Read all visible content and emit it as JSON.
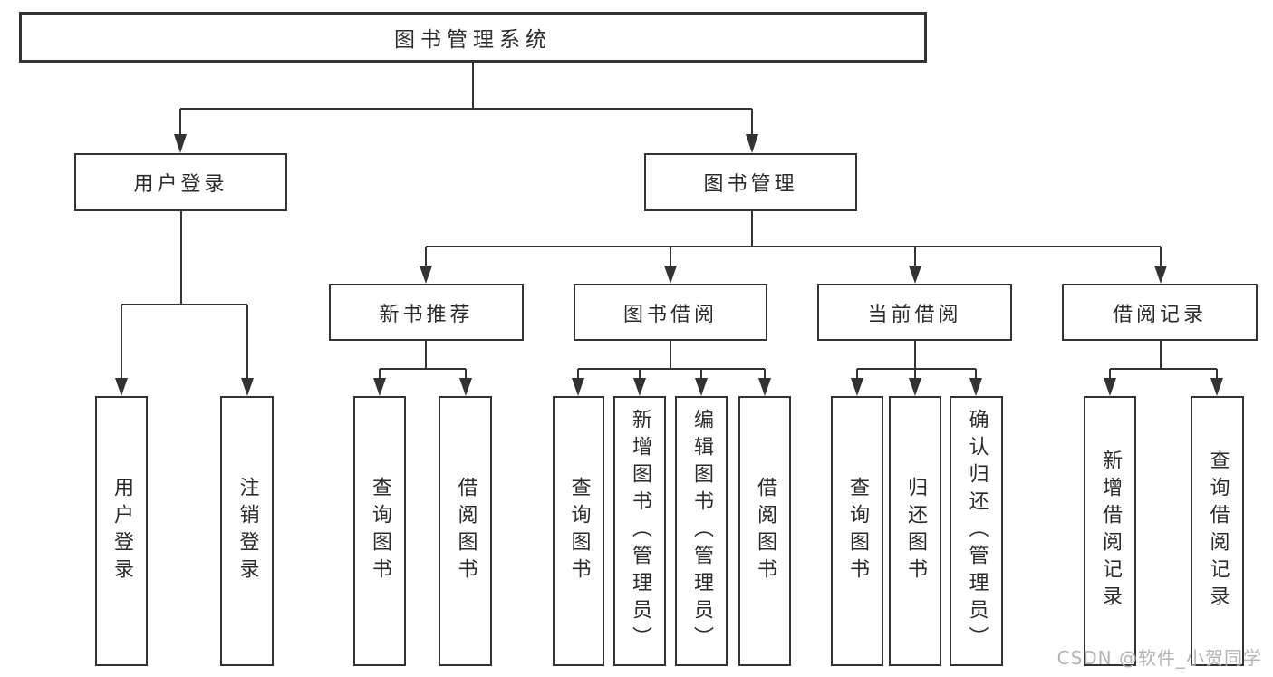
{
  "diagram": {
    "type": "hierarchy-tree",
    "colors": {
      "background": "#ffffff",
      "line": "#333333",
      "box_border": "#333333",
      "text": "#2b2b2b",
      "watermark": "#b3b3b3"
    },
    "tree": {
      "root": {
        "label": "图书管理系统",
        "children": [
          {
            "label": "用户登录",
            "children": [
              {
                "label": "用户登录"
              },
              {
                "label": "注销登录"
              }
            ]
          },
          {
            "label": "图书管理",
            "children": [
              {
                "label": "新书推荐",
                "children": [
                  {
                    "label": "查询图书"
                  },
                  {
                    "label": "借阅图书"
                  }
                ]
              },
              {
                "label": "图书借阅",
                "children": [
                  {
                    "label": "查询图书"
                  },
                  {
                    "label": "新增图书（管理员）"
                  },
                  {
                    "label": "编辑图书（管理员）"
                  },
                  {
                    "label": "借阅图书"
                  }
                ]
              },
              {
                "label": "当前借阅",
                "children": [
                  {
                    "label": "查询图书"
                  },
                  {
                    "label": "归还图书"
                  },
                  {
                    "label": "确认归还（管理员）"
                  }
                ]
              },
              {
                "label": "借阅记录",
                "children": [
                  {
                    "label": "新增借阅记录"
                  },
                  {
                    "label": "查询借阅记录"
                  }
                ]
              }
            ]
          }
        ]
      }
    },
    "watermark": {
      "text": "CSDN @软件_小贺同学"
    }
  }
}
